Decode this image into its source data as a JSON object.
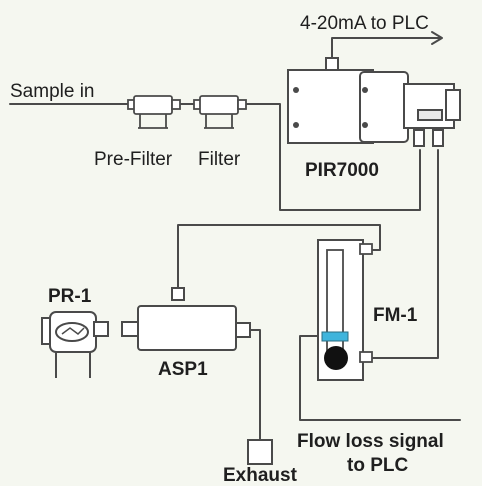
{
  "labels": {
    "plc_output": "4-20mA to PLC",
    "sample_in": "Sample in",
    "pre_filter": "Pre-Filter",
    "filter": "Filter",
    "analyzer": "PIR7000",
    "flowmeter": "FM-1",
    "regulator": "PR-1",
    "pump": "ASP1",
    "exhaust": "Exhaust",
    "flow_loss_line1": "Flow loss signal",
    "flow_loss_line2": "to PLC"
  },
  "colors": {
    "line": "#4a4a4a",
    "flowmeter_float": "#3fb4dc",
    "ball": "#111111",
    "background": "#f5f7f0"
  }
}
